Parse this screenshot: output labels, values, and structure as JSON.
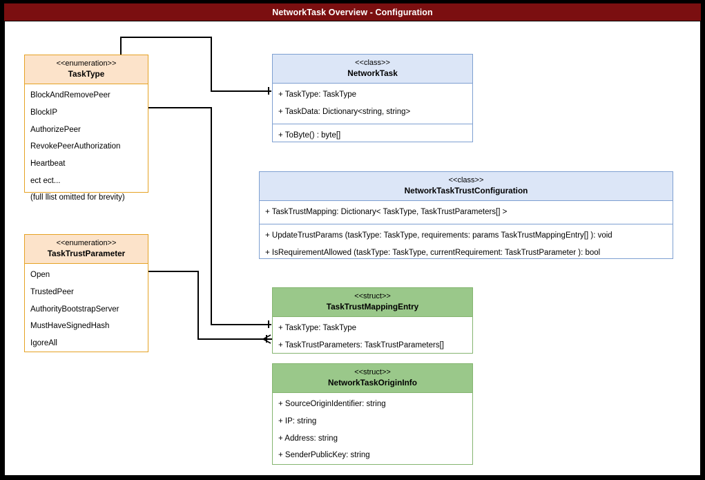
{
  "window": {
    "title": "NetworkTask Overview - Configuration",
    "title_bar_color": "#7b0f10",
    "title_text_color": "#ffffff",
    "frame_color": "#000000",
    "canvas_color": "#ffffff"
  },
  "palette": {
    "enumeration_fill": "#fce3ca",
    "enumeration_border": "#e5a122",
    "class_fill": "#dce6f7",
    "class_border": "#7d9fd1",
    "struct_fill": "#9ac88a",
    "struct_border": "#84b46f",
    "connector": "#000000"
  },
  "diagram": {
    "type": "uml-class-diagram",
    "nodes": [
      {
        "id": "task-type",
        "stereotype": "<<enumeration>>",
        "name": "TaskType",
        "kind": "enumeration",
        "compartments": [
          {
            "rows": [
              "BlockAndRemovePeer",
              "BlockIP",
              "AuthorizePeer",
              "RevokePeerAuthorization",
              "Heartbeat",
              "ect ect...",
              "(full llist omitted for brevity)"
            ]
          }
        ]
      },
      {
        "id": "task-trust-parameter",
        "stereotype": "<<enumeration>>",
        "name": "TaskTrustParameter",
        "kind": "enumeration",
        "compartments": [
          {
            "rows": [
              "Open",
              "TrustedPeer",
              "AuthorityBootstrapServer",
              "MustHaveSignedHash",
              "IgoreAll"
            ]
          }
        ]
      },
      {
        "id": "network-task",
        "stereotype": "<<class>>",
        "name": "NetworkTask",
        "kind": "class",
        "compartments": [
          {
            "rows": [
              "+ TaskType: TaskType",
              "+ TaskData: Dictionary<string, string>"
            ]
          },
          {
            "rows": [
              "+ ToByte() : byte[]"
            ]
          }
        ]
      },
      {
        "id": "network-task-trust-configuration",
        "stereotype": "<<class>>",
        "name": "NetworkTaskTrustConfiguration",
        "kind": "class",
        "compartments": [
          {
            "rows": [
              "+ TaskTrustMapping: Dictionary< TaskType, TaskTrustParameters[] >"
            ]
          },
          {
            "rows": [
              "+ UpdateTrustParams (taskType: TaskType, requirements: params TaskTrustMappingEntry[] ): void",
              "+ IsRequirementAllowed (taskType: TaskType, currentRequirement: TaskTrustParameter ): bool"
            ]
          }
        ]
      },
      {
        "id": "task-trust-mapping-entry",
        "stereotype": "<<struct>>",
        "name": "TaskTrustMappingEntry",
        "kind": "struct",
        "compartments": [
          {
            "rows": [
              "+ TaskType: TaskType",
              "+ TaskTrustParameters: TaskTrustParameters[]"
            ]
          }
        ]
      },
      {
        "id": "network-task-origin-info",
        "stereotype": "<<struct>>",
        "name": "NetworkTaskOriginInfo",
        "kind": "struct",
        "compartments": [
          {
            "rows": [
              "+ SourceOriginIdentifier: string",
              "+ IP: string",
              "+ Address: string",
              "+ SenderPublicKey: string"
            ]
          }
        ]
      }
    ],
    "connectors": [
      {
        "id": "tasktype-to-networktask",
        "from": "task-type",
        "to": "network-task",
        "to_member": "+ TaskType: TaskType",
        "end_marker": "one"
      },
      {
        "id": "tasktype-to-mappingentry",
        "from": "task-type",
        "to": "task-trust-mapping-entry",
        "to_member": "+ TaskType: TaskType",
        "end_marker": "one"
      },
      {
        "id": "trustparameter-to-mappingentry",
        "from": "task-trust-parameter",
        "to": "task-trust-mapping-entry",
        "to_member": "+ TaskTrustParameters: TaskTrustParameters[]",
        "end_marker": "many"
      }
    ]
  }
}
